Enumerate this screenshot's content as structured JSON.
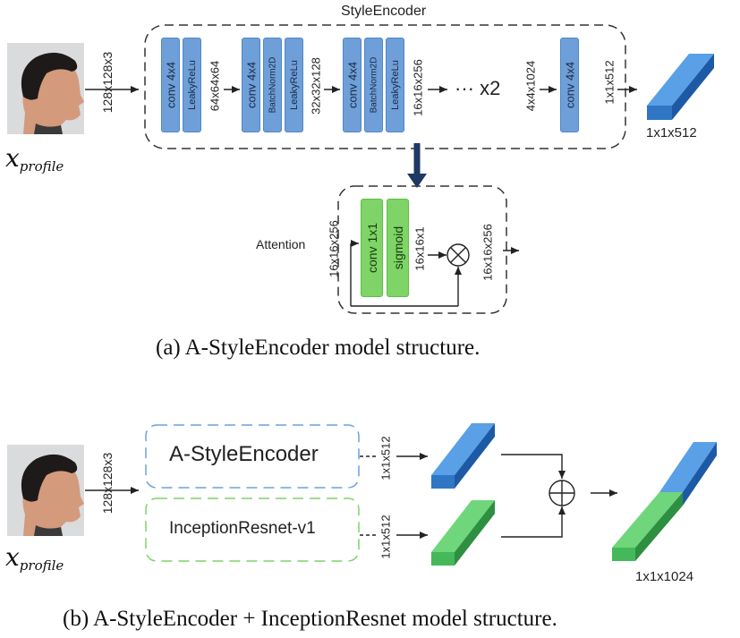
{
  "section_a": {
    "encoder_title": "StyleEncoder",
    "input_label_main": "x",
    "input_label_sub": "profile",
    "input_dim": "128x128x3",
    "blocks": [
      "conv 4x4",
      "LeakyReLu",
      "conv 4x4",
      "BatchNorm2D",
      "LeakyReLu",
      "conv 4x4",
      "BatchNorm2D",
      "LeakyReLu",
      "conv 4x4"
    ],
    "dims": [
      "64x64x64",
      "32x32x128",
      "16x16x256",
      "4x4x1024",
      "1x1x512"
    ],
    "repeat": "··· x2",
    "output_dim": "1x1x512",
    "attention": {
      "title": "Attention",
      "in_dim": "16x16x256",
      "blocks": [
        "conv 1x1",
        "sigmoid"
      ],
      "mid_dim": "16x16x1",
      "out_dim": "16x16x256",
      "op_symbol": "⊗"
    },
    "caption": "(a) A-StyleEncoder model structure."
  },
  "section_b": {
    "input_label_main": "x",
    "input_label_sub": "profile",
    "input_dim": "128x128x3",
    "module_1": "A-StyleEncoder",
    "module_2": "InceptionResnet-v1",
    "dim_1": "1x1x512",
    "dim_2": "1x1x512",
    "op_symbol": "⊕",
    "output_dim": "1x1x1024",
    "caption": "(b) A-StyleEncoder + InceptionResnet model structure."
  },
  "colors": {
    "blue_block": "#6e9fd8",
    "green_block": "#7ed466",
    "bar_blue": "#2f77c4",
    "bar_green": "#44b85a",
    "arrow_dark": "#1f3864"
  }
}
